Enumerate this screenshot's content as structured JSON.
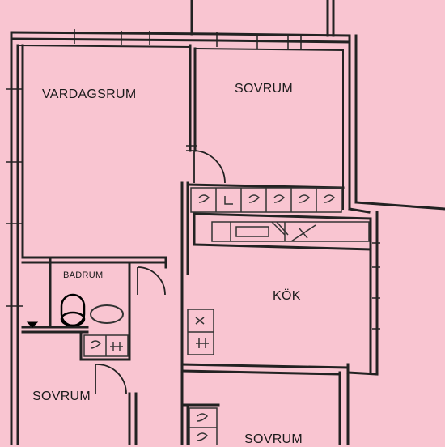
{
  "rooms": {
    "living_room": "VARDAGSRUM",
    "bedroom_top": "SOVRUM",
    "bathroom": "BADRUM",
    "kitchen": "KÖK",
    "bedroom_left": "SOVRUM",
    "bedroom_bottom": "SOVRUM"
  },
  "colors": {
    "background": "#f9c5d1",
    "wall": "#222222",
    "fixture": "#333333",
    "toilet": "#000000"
  }
}
